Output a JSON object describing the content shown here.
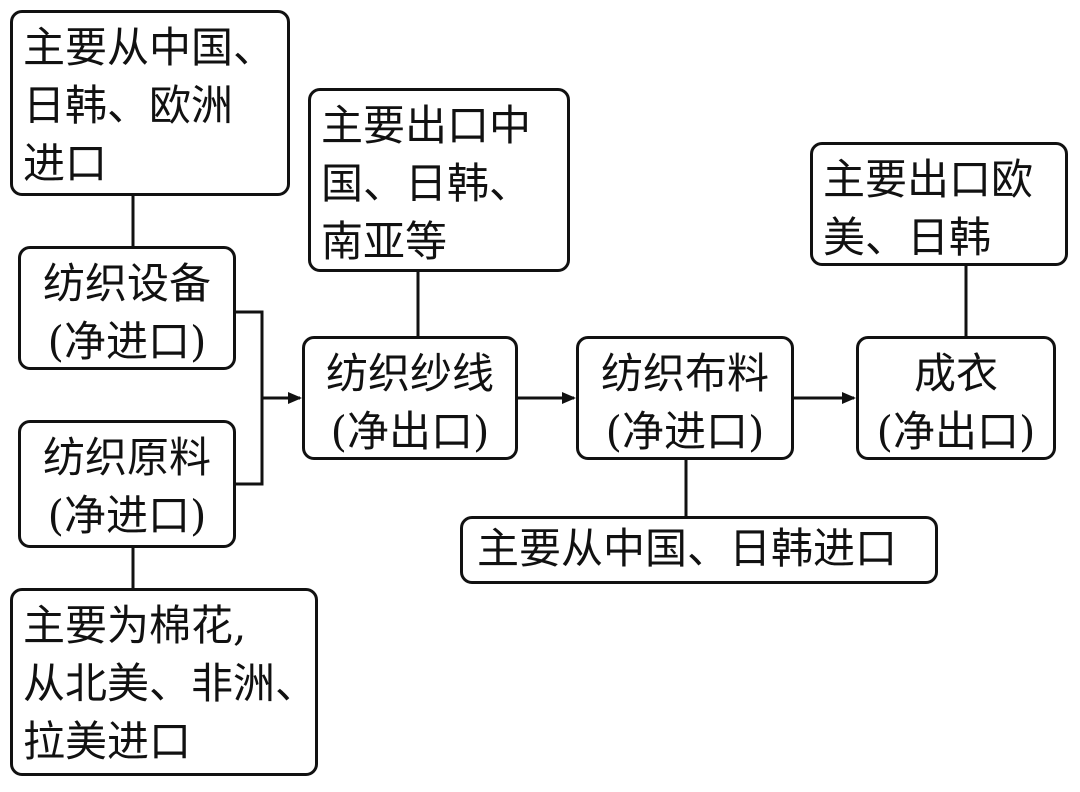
{
  "nodes": {
    "equipment_src": {
      "lines": [
        "主要从中国、",
        "日韩、欧洲",
        "进口"
      ]
    },
    "equipment": {
      "lines": [
        "纺织设备",
        "(净进口)"
      ]
    },
    "material": {
      "lines": [
        "纺织原料",
        "(净进口)"
      ]
    },
    "material_src": {
      "lines": [
        "主要为棉花,",
        "从北美、非洲、",
        "拉美进口"
      ]
    },
    "yarn_dst": {
      "lines": [
        "主要出口中",
        "国、日韩、",
        "南亚等"
      ]
    },
    "yarn": {
      "lines": [
        "纺织纱线",
        "(净出口)"
      ]
    },
    "fabric": {
      "lines": [
        "纺织布料",
        "(净进口)"
      ]
    },
    "fabric_src": {
      "lines": [
        "主要从中国、日韩进口"
      ]
    },
    "cloth_dst": {
      "lines": [
        "主要出口欧",
        "美、日韩"
      ]
    },
    "cloth": {
      "lines": [
        "成衣",
        "(净出口)"
      ]
    }
  },
  "colors": {
    "line": "#111111",
    "background": "#ffffff"
  }
}
